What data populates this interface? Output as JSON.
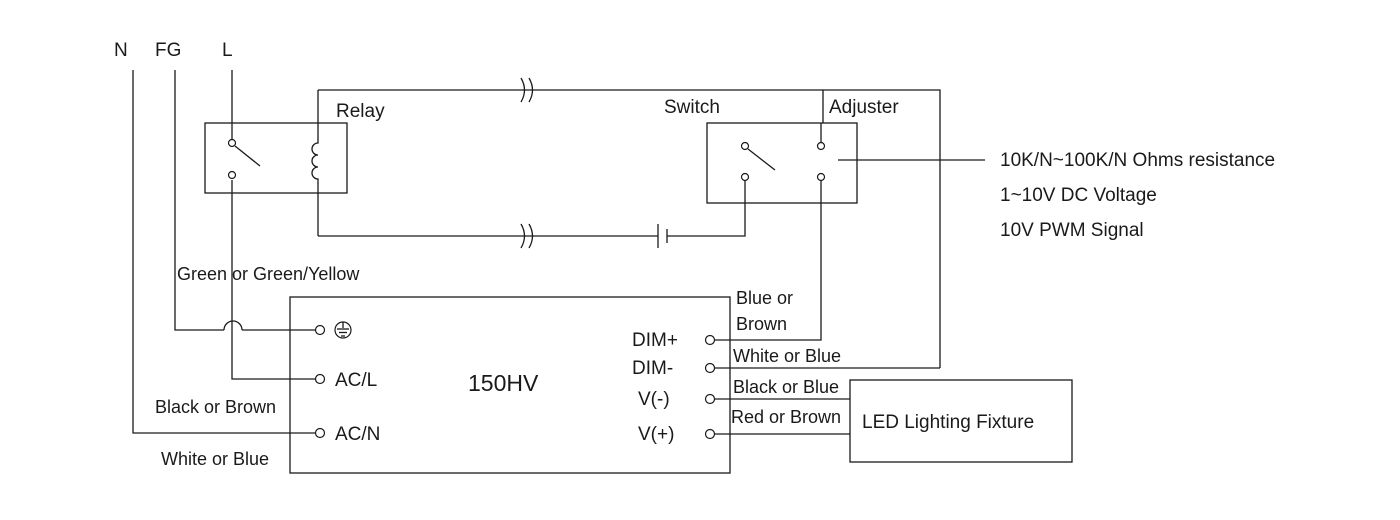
{
  "inputs": {
    "n": "N",
    "fg": "FG",
    "l": "L"
  },
  "relay": {
    "label": "Relay"
  },
  "switch": {
    "label": "Switch"
  },
  "adjuster": {
    "label": "Adjuster"
  },
  "dim_options": [
    "10K/N~100K/N Ohms resistance",
    "1~10V DC Voltage",
    "10V PWM Signal"
  ],
  "wire_colors": {
    "fg": "Green or Green/Yellow",
    "ac_l": "Black or Brown",
    "ac_n": "White or Blue",
    "dim_plus_line1": "Blue or",
    "dim_plus_line2": "Brown",
    "dim_minus": "White or Blue",
    "v_minus": "Black or Blue",
    "v_plus": "Red or Brown"
  },
  "driver": {
    "model": "150HV",
    "ac_l": "AC/L",
    "ac_n": "AC/N",
    "dim_plus": "DIM+",
    "dim_minus": "DIM-",
    "v_minus": "V(-)",
    "v_plus": "V(+)"
  },
  "fixture": {
    "label": "LED Lighting Fixture"
  }
}
